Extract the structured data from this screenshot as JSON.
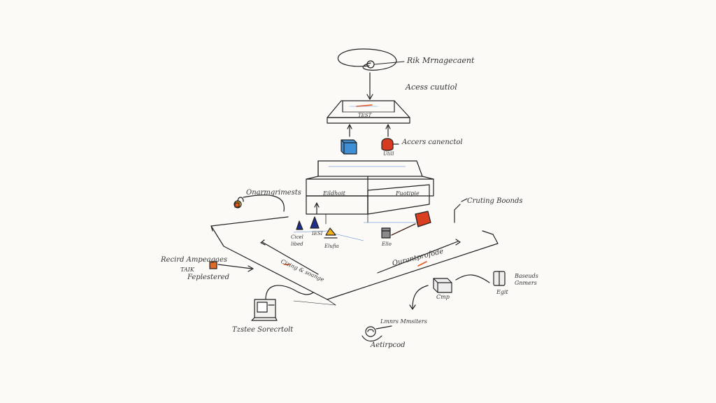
{
  "labels": {
    "risk_management": "Rik Mrnagecaent",
    "access_control_top": "Acess cuutiol",
    "access_control_right": "Accers canenctol",
    "panel_label": "TEST",
    "cube_label": "Utill",
    "left_block": "Eildhoit",
    "right_block": "Fuotipie",
    "components": "Onarmgrimests",
    "creating_boards": "Cruting Boonds",
    "node_a": "Cicel libed",
    "node_b": "IESI",
    "node_c": "Elufia",
    "node_d": "Ello",
    "record_management": "Recird Ampeagaes",
    "record_sub1": "TAIK",
    "record_sub2": "Feplestered",
    "edge_label_left": "Cizing & soange",
    "edge_label_right": "Ourantprofode",
    "trustee_controls": "Tzstee Sorecrtolt",
    "cmp": "Cmp",
    "egit": "Egit",
    "baseball_gamers": "Baseuds Gnmers",
    "rams_monitors": "Lmnrs Mmsiters",
    "assigned": "Aetirpcod"
  },
  "colors": {
    "ink": "#222222",
    "accent_orange": "#e8561c",
    "accent_blue": "#3f8fd6",
    "accent_red": "#d63a20",
    "accent_navy": "#1f2f8f",
    "accent_yellow": "#f2b01c"
  }
}
